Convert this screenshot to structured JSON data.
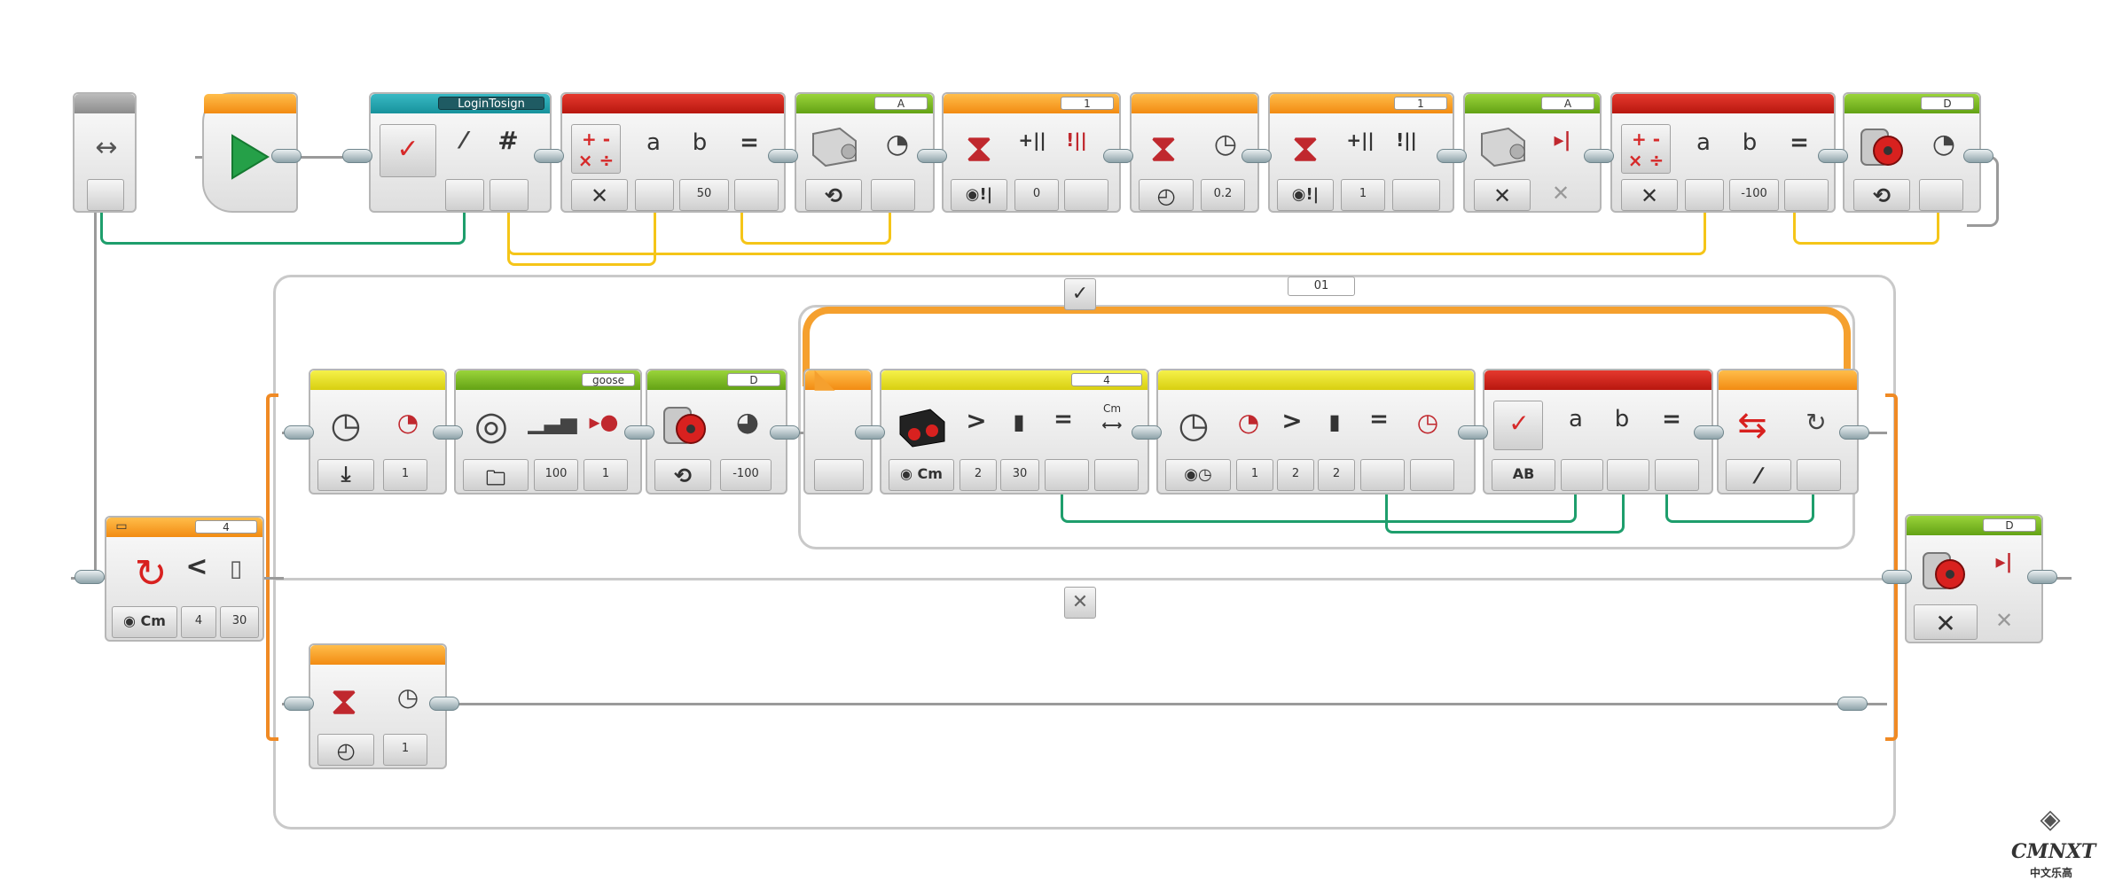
{
  "blocks": {
    "variable": {
      "name": "LoginTosign",
      "icon": "variable-write-icon",
      "type_symbol": "#"
    },
    "math1": {
      "a": "a",
      "b": "b",
      "eq": "=",
      "value": "50"
    },
    "motor_reset_a": {
      "port": "A"
    },
    "wait1": {
      "port": "1",
      "value": "0"
    },
    "wait_time": {
      "value": "0.2"
    },
    "wait2": {
      "port": "1",
      "value": "1"
    },
    "motor_stop_a": {
      "port": "A"
    },
    "math2": {
      "a": "a",
      "b": "b",
      "eq": "=",
      "value": "-100"
    },
    "motor_reset_d": {
      "port": "D"
    },
    "switch_top": {
      "port": "01",
      "check": "✓",
      "cross": "✕"
    },
    "loop_outer": {
      "port": "4",
      "compare": "<",
      "value1": "4",
      "value2": "30"
    },
    "timer_reset": {
      "value": "1"
    },
    "sound": {
      "file": "goose",
      "volume": "100",
      "play_type": "1"
    },
    "motor_d": {
      "port": "D",
      "value": "-100"
    },
    "ultrasonic": {
      "port": "4",
      "gt": ">",
      "eq": "=",
      "unit": "Cm",
      "v1": "2",
      "v2": "30"
    },
    "timer_compare": {
      "gt": ">",
      "eq": "=",
      "v1": "1",
      "v2": "2",
      "v3": "2"
    },
    "logic": {
      "a": "a",
      "b": "b",
      "eq": "=",
      "ab": "AB"
    },
    "wait_bottom": {
      "value": "1"
    },
    "motor_stop_d": {
      "port": "D"
    },
    "watermark": {
      "name": "CMNXT",
      "sub": "中文乐高"
    }
  }
}
